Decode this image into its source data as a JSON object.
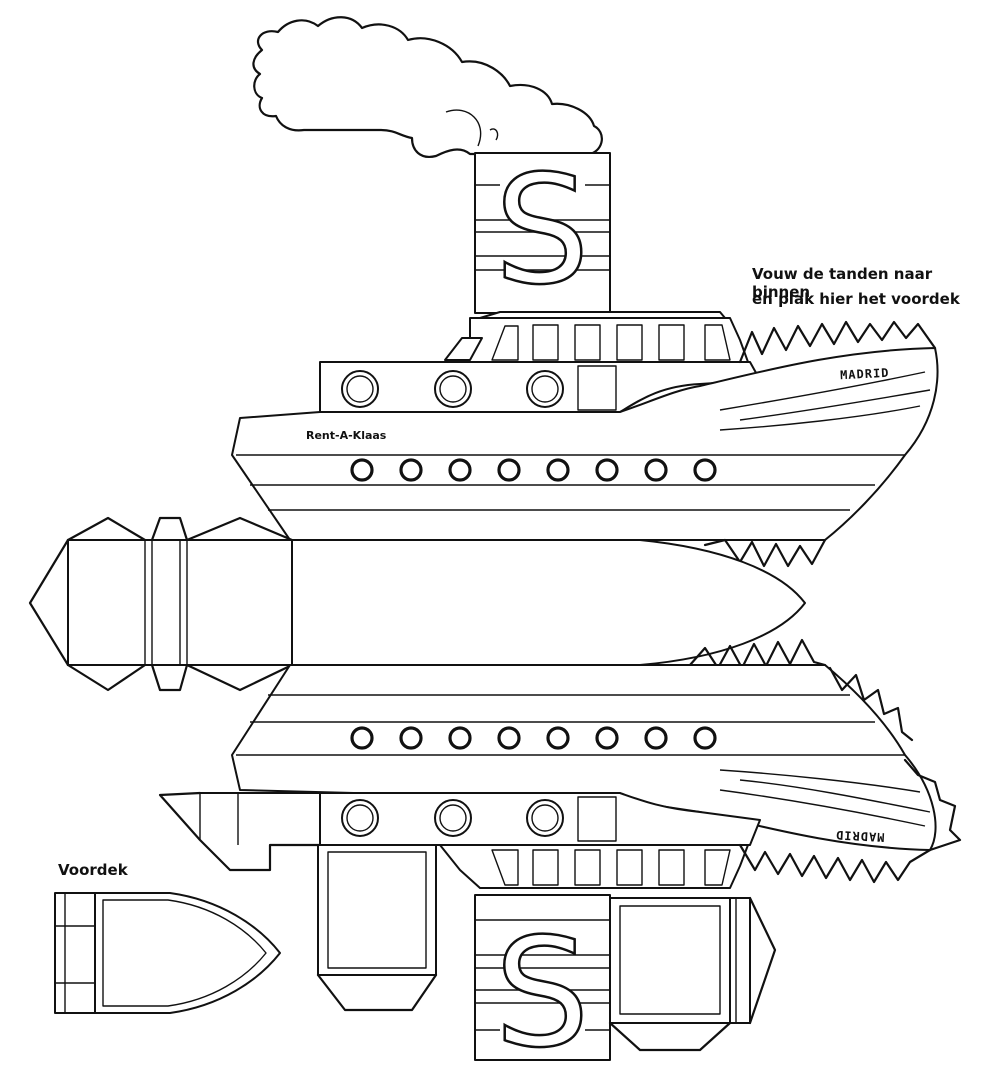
{
  "instructions": {
    "line1": "Vouw de tanden naar binnen",
    "line2": "en plak hier het voordek"
  },
  "ship": {
    "company_label": "Rent-A-Klaas",
    "ship_name": "MADRID",
    "funnel_letter": "S"
  },
  "parts": {
    "foredeck_label": "Voordek"
  }
}
